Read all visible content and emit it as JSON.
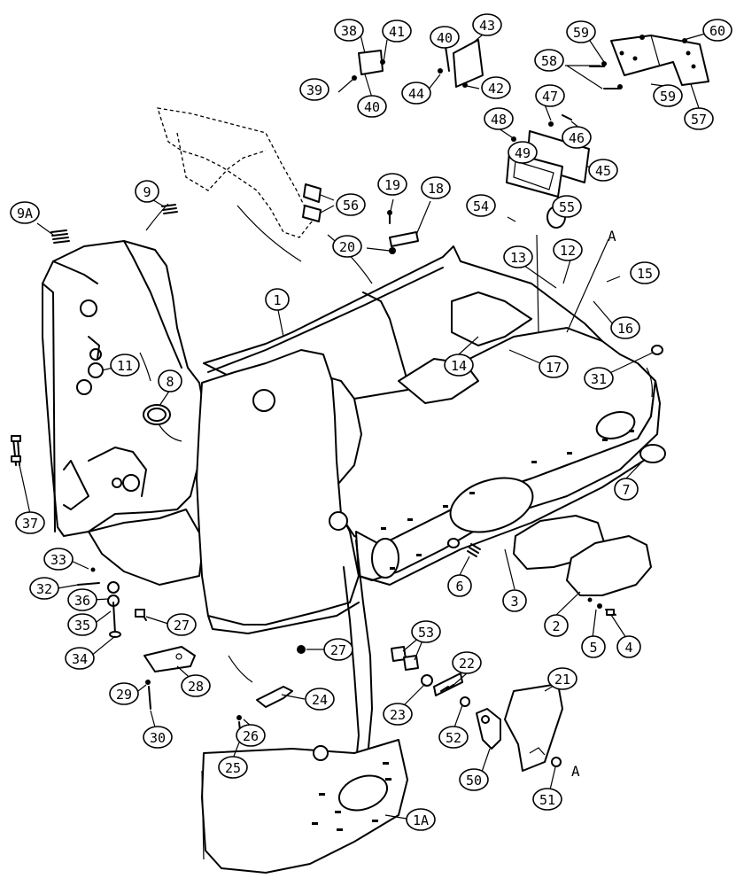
{
  "diagram": {
    "callouts": [
      "1",
      "1A",
      "2",
      "3",
      "4",
      "5",
      "6",
      "7",
      "8",
      "9",
      "9A",
      "11",
      "12",
      "13",
      "14",
      "15",
      "16",
      "17",
      "18",
      "19",
      "20",
      "21",
      "22",
      "23",
      "24",
      "25",
      "26",
      "27",
      "27",
      "28",
      "29",
      "30",
      "31",
      "32",
      "33",
      "34",
      "35",
      "36",
      "37",
      "38",
      "39",
      "40",
      "40",
      "41",
      "42",
      "43",
      "44",
      "45",
      "46",
      "47",
      "48",
      "49",
      "50",
      "51",
      "52",
      "53",
      "54",
      "55",
      "56",
      "57",
      "58",
      "59",
      "59",
      "60"
    ],
    "reference_letters": [
      "A",
      "A"
    ]
  }
}
